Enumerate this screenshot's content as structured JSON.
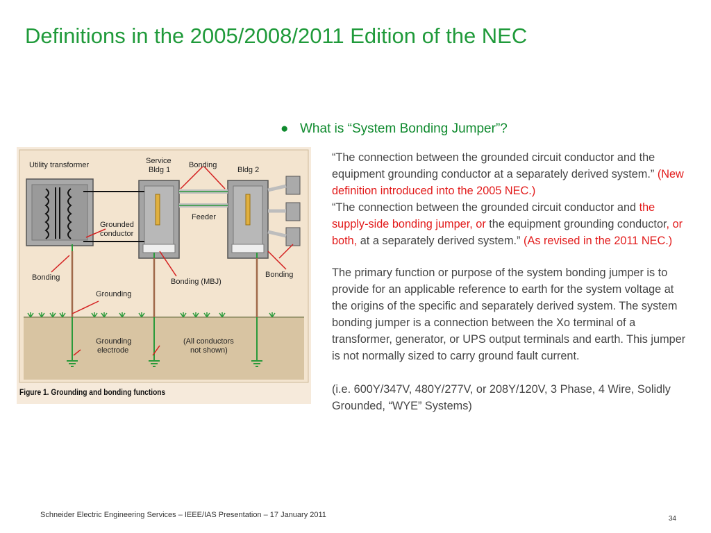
{
  "slide": {
    "title": "Definitions in the 2005/2008/2011 Edition of the NEC",
    "bullet": "What is “System Bonding Jumper”?",
    "bullet_symbol": "●"
  },
  "figure": {
    "caption": "Figure 1.  Grounding and bonding functions",
    "labels": {
      "utility_transformer": "Utility transformer",
      "service_bldg1_line1": "Service",
      "service_bldg1_line2": "Bldg 1",
      "bonding_top": "Bonding",
      "bldg2": "Bldg 2",
      "feeder": "Feeder",
      "grounded_conductor_line1": "Grounded",
      "grounded_conductor_line2": "conductor",
      "bonding_left": "Bonding",
      "grounding": "Grounding",
      "bonding_mbj": "Bonding (MBJ)",
      "bonding_right": "Bonding",
      "grounding_electrode_line1": "Grounding",
      "grounding_electrode_line2": "electrode",
      "all_conductors_line1": "(All conductors",
      "all_conductors_line2": "not shown)"
    },
    "colors": {
      "background": "#f6eadb",
      "earth": "#d8c4a2",
      "panel": "#9a9a9a",
      "conductor_green": "#2a9a3a",
      "rod_brown": "#a0694a",
      "arrow_red": "#d42020"
    }
  },
  "content": {
    "p1_text": "“The connection between the grounded circuit conductor and the equipment grounding conductor at a separately derived system.” ",
    "p1_red": "(New definition introduced into the 2005 NEC.)",
    "p2_text_a": "“The connection between the grounded circuit conductor and ",
    "p2_red_a": "the supply-side bonding jumper, or",
    "p2_text_b": " the equipment grounding conductor",
    "p2_red_b": ", or both,",
    "p2_text_c": " at a separately derived system.” ",
    "p2_red_c": "(As revised in the 2011 NEC.)",
    "p3": "The primary function or purpose of the system  bonding jumper is to provide for an applicable reference to earth for the system voltage at the origins of the specific and separately derived system. The system bonding jumper is a connection between the Xo terminal of a transformer, generator, or UPS output terminals and earth.  This jumper is not normally sized to carry ground fault current.",
    "p4": "(i.e. 600Y/347V, 480Y/277V, or 208Y/120V, 3 Phase, 4 Wire, Solidly Grounded, “WYE” Systems)"
  },
  "footer": {
    "text": "Schneider Electric Engineering Services – IEEE/IAS Presentation – 17 January 2011",
    "page_number": "34"
  },
  "theme": {
    "title_color": "#1f9a3a",
    "emphasis_color": "#e21a1a",
    "body_color": "#444444"
  }
}
